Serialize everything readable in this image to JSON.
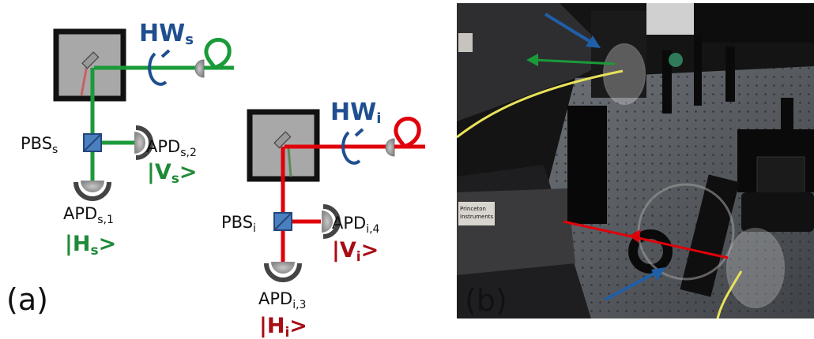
{
  "panel_a": {
    "tag": "(a)",
    "signal": {
      "hw": "HW",
      "hw_sub": "s",
      "pbs": "PBS",
      "pbs_sub": "s",
      "apd2": "APD",
      "apd2_sub": "s,2",
      "apd1": "APD",
      "apd1_sub": "s,1",
      "ket_v": "|V",
      "ket_v_sub": "s",
      "ket_v_close": ">",
      "ket_h": "|H",
      "ket_h_sub": "s",
      "ket_h_close": ">"
    },
    "idler": {
      "hw": "HW",
      "hw_sub": "i",
      "pbs": "PBS",
      "pbs_sub": "i",
      "apd4": "APD",
      "apd4_sub": "i,4",
      "apd3": "APD",
      "apd3_sub": "i,3",
      "ket_v": "|V",
      "ket_v_sub": "i",
      "ket_v_close": ">",
      "ket_h": "|H",
      "ket_h_sub": "i",
      "ket_h_close": ">"
    }
  },
  "panel_b": {
    "tag": "(b)",
    "box_brand_1": "Princeton",
    "box_brand_2": "Instruments"
  },
  "colors": {
    "signal_green": "#1b9a3a",
    "idler_red": "#e0000a",
    "waveplate_blue": "#1f4f8f",
    "ket_signal": "#1f8a38",
    "ket_idler": "#a80c14",
    "pbs_fill": "#4a7fc0"
  }
}
